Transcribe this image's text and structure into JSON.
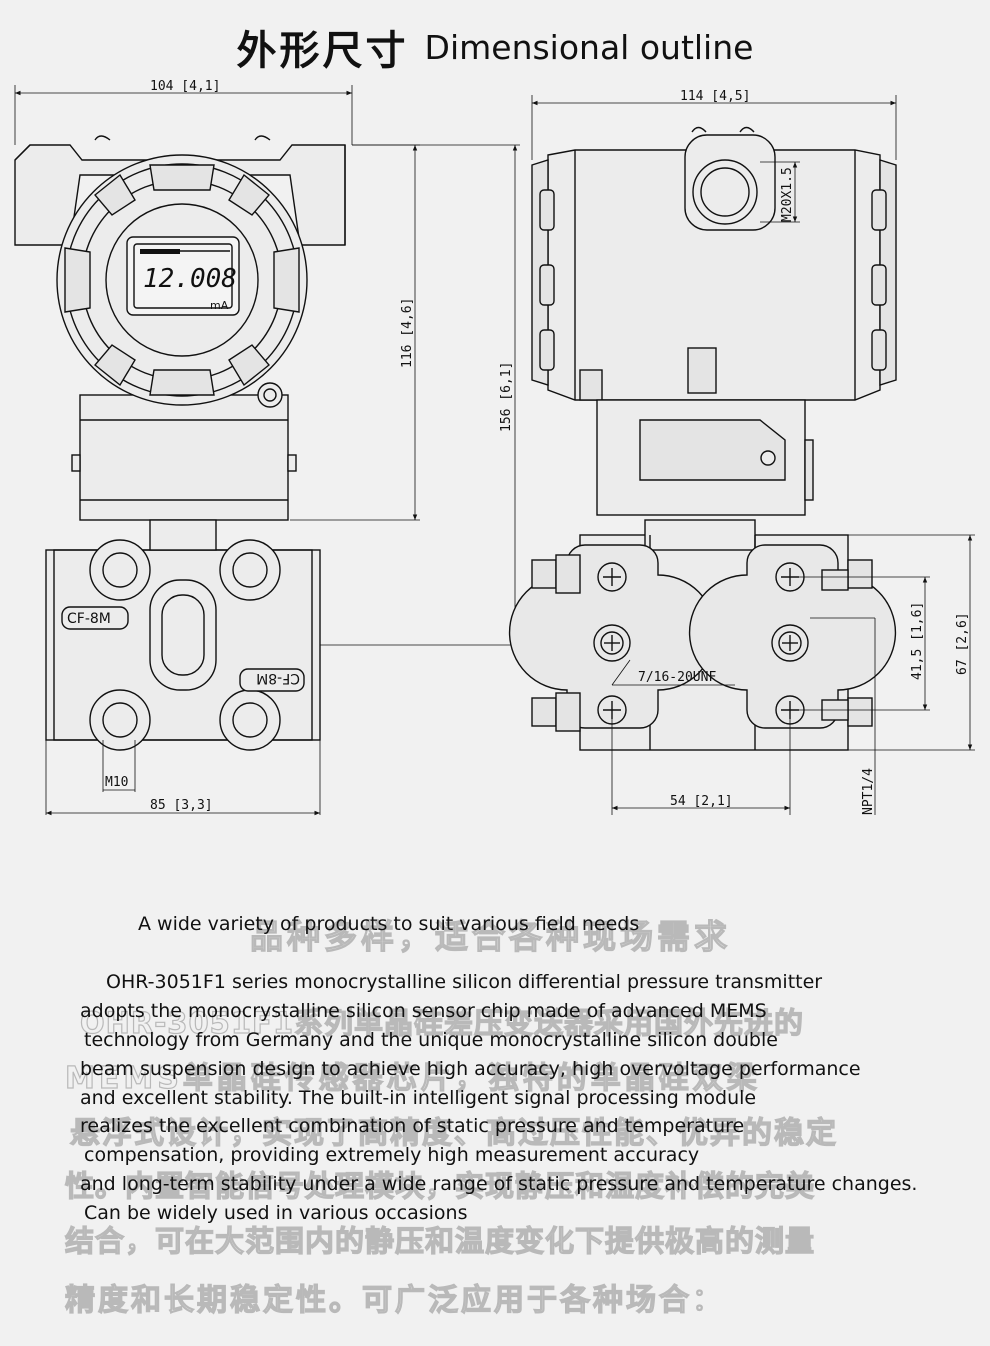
{
  "title": {
    "zh": "外形尺寸",
    "en": "Dimensional outline"
  },
  "dimensions": {
    "front_width": "104 [4,1]",
    "side_width": "114 [4,5]",
    "height_116": "116 [4,6]",
    "height_156": "156 [6,1]",
    "conduit": "M20X1.5",
    "flange_width": "85 [3,3]",
    "bolt": "M10",
    "process_thread": "7/16-20UNF",
    "flange_spacing": "54 [2,1]",
    "npt": "NPT1/4",
    "center_415": "41,5 [1,6]",
    "height_67": "67 [2,6]",
    "lcd_value": "12.008",
    "lcd_unit": "mA",
    "material_1": "CF-8M",
    "material_2": "CF-8M"
  },
  "description": {
    "ghost_lines": [
      "品种多样，适合各种现场需求",
      "OHR-3051F1系列单晶硅差压变送器采用国外先进的",
      "MEMS单晶硅传感器芯片，独特的单晶硅双梁",
      "悬浮式设计，实现了高精度、高过压性能、优异的稳定",
      "性。内置智能信号处理模块，实现静压和温度补偿的完美",
      "结合，可在大范围内的静压和温度变化下提供极高的测量",
      "精度和长期稳定性。可广泛应用于各种场合："
    ],
    "lines": [
      "A wide variety of products to suit various field needs",
      "OHR-3051F1 series monocrystalline silicon differential pressure transmitter",
      "adopts the  monocrystalline silicon sensor chip made of advanced MEMS",
      "technology from Germany and the unique monocrystalline silicon double",
      "beam suspension design to achieve high accuracy, high overvoltage performance",
      "and excellent stability. The built-in intelligent signal processing module",
      "realizes the excellent combination of static pressure and temperature",
      "compensation, providing extremely high measurement accuracy",
      "and long-term stability under a wide range of static pressure and temperature changes.",
      "Can be widely used in various occasions"
    ]
  }
}
